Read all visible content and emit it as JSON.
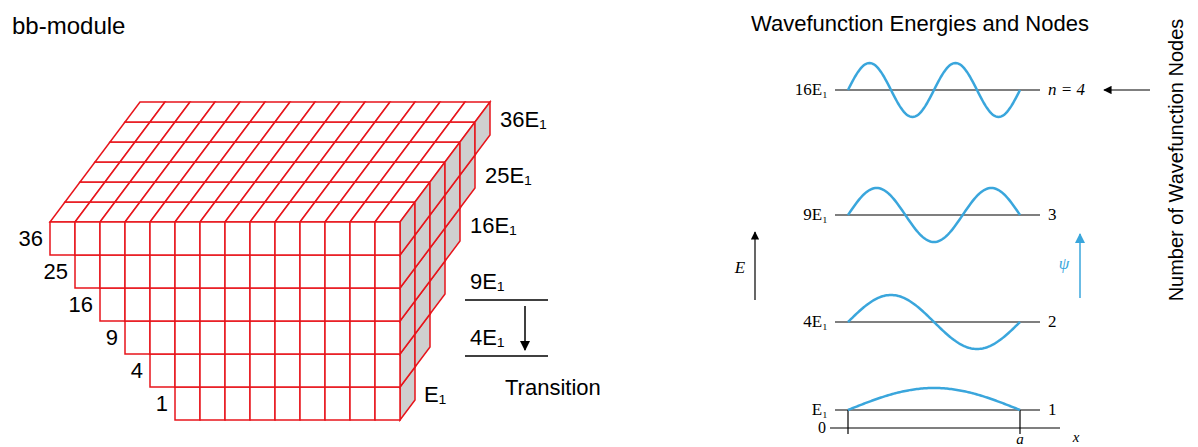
{
  "diagram": {
    "labels": [
      "bb-module",
      "36",
      "25",
      "16",
      "9",
      "4",
      "1",
      "36E₁",
      "25E₁",
      "16E₁",
      "9E₁",
      "4E₁",
      "Transition",
      "E₁",
      "Wavefunction Energies and Nodes",
      "16E₁",
      "n = 4",
      "9E₁",
      "3",
      "4E₁",
      "2",
      "E₁",
      "1",
      "E",
      "ψ",
      "0",
      "a",
      "x",
      "Number of Wavefunction Nodes"
    ]
  }
}
